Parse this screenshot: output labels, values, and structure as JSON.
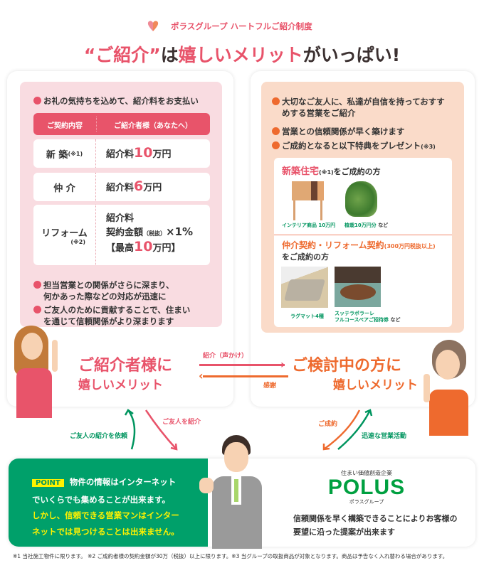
{
  "header": {
    "subtitle": "ポラスグループ ハートフルご紹介制度",
    "title_q1": "“ご紹介”",
    "title_wa": "は",
    "title_merit": "嬉しいメリット",
    "title_end": "がいっぱい!"
  },
  "left": {
    "intro": "お礼の気持ちを込めて、紹介料をお支払い",
    "table": {
      "headers": [
        "ご契約内容",
        "ご紹介者様（あなたへ）"
      ],
      "rows": [
        {
          "type": "新 築",
          "note": "(※1)",
          "pre": "紹介料",
          "amount": "10",
          "unit": "万円"
        },
        {
          "type": "仲 介",
          "pre": "紹介料",
          "amount": "6",
          "unit": "万円"
        },
        {
          "type": "リフォーム",
          "note": "(※2)",
          "line1": "紹介料",
          "line2a": "契約金額",
          "line2b": "（税抜）",
          "line2c": "×1%",
          "line3a": "【最高",
          "amount": "10",
          "line3b": "万円】"
        }
      ]
    },
    "bullets": [
      "担当営業との関係がさらに深まり、何かあった際などの対応が迅速に",
      "ご友人のために貢献することで、住まいを通じて信頼関係がより深まります"
    ],
    "heading": "ご紹介者様に",
    "sub": "嬉しいメリット"
  },
  "right": {
    "bullets": [
      "大切なご友人に、私達が自信を持っておすすめする営業をご紹介",
      "営業との信頼関係が早く築けます",
      "ご成約となると以下特典をプレゼント"
    ],
    "bullet3_note": "(※3)",
    "newbuild": {
      "title": "新築住宅",
      "note": "(※1)",
      "suffix": "をご成約の方",
      "items": [
        "インテリア商品 10万円",
        "植栽10万円分"
      ],
      "etc": "など"
    },
    "reform": {
      "title": "仲介契約・リフォーム契約",
      "note": "(300万円税抜以上)",
      "suffix": "をご成約の方",
      "items": [
        "ラグマット4種",
        "スッテラポラーレ",
        "フルコースペアご招待券"
      ],
      "etc": "など"
    },
    "heading": "ご検討中の方に",
    "sub": "嬉しいメリット"
  },
  "flows": {
    "introduce": "紹介（声かけ）",
    "thanks": "感謝",
    "introduce_friend": "ご友人を紹介",
    "request": "ご友人の紹介を依頼",
    "contract": "ご成約",
    "sales": "迅速な営業活動"
  },
  "bottom": {
    "point": "POINT",
    "line1": "物件の情報はインターネット",
    "line2": "でいくらでも集めることが出来ます。",
    "line3": "しかし、信頼できる営業マンはインター",
    "line4": "ネットでは見つけることは出来ません。",
    "logo_tag": "住まい価値創造企業",
    "logo": "POLUS",
    "logo_sub": "ポラスグループ",
    "desc1": "信頼関係を早く構築できることによりお客様の",
    "desc2": "要望に沿った提案が出来ます"
  },
  "footnote": "※1 当社施工物件に限ります。 ※2 ご成約者様の契約金額が30万（税抜）以上に限ります。※3 当グループの取扱商品が対象となります。商品は予告なく入れ替わる場合があります。"
}
